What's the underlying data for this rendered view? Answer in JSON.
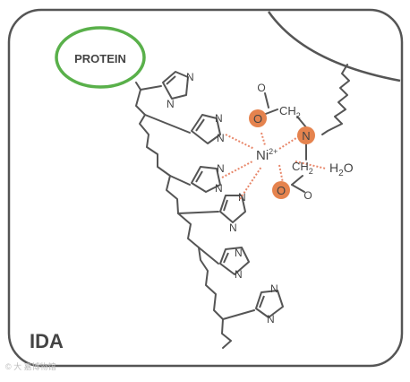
{
  "protein_label": "PROTEIN",
  "resin_label": "IDA",
  "metal_center": {
    "symbol": "Ni",
    "charge": "2+"
  },
  "ligand": {
    "carboxylate_oxygen": "O",
    "amine_nitrogen": "N",
    "ch2": "CH",
    "ch2_subscript": "2",
    "water": "H",
    "water_subscript": "2",
    "water_o": "O",
    "carbonyl_oxygen": "O"
  },
  "imidazole_atom": "N",
  "watermark": "© 大 嘉博物馆",
  "colors": {
    "protein_ring": "#59b04a",
    "coordination_bond": "#e8876a",
    "oxygen_fill": "#e5834e",
    "frame": "#555555"
  }
}
